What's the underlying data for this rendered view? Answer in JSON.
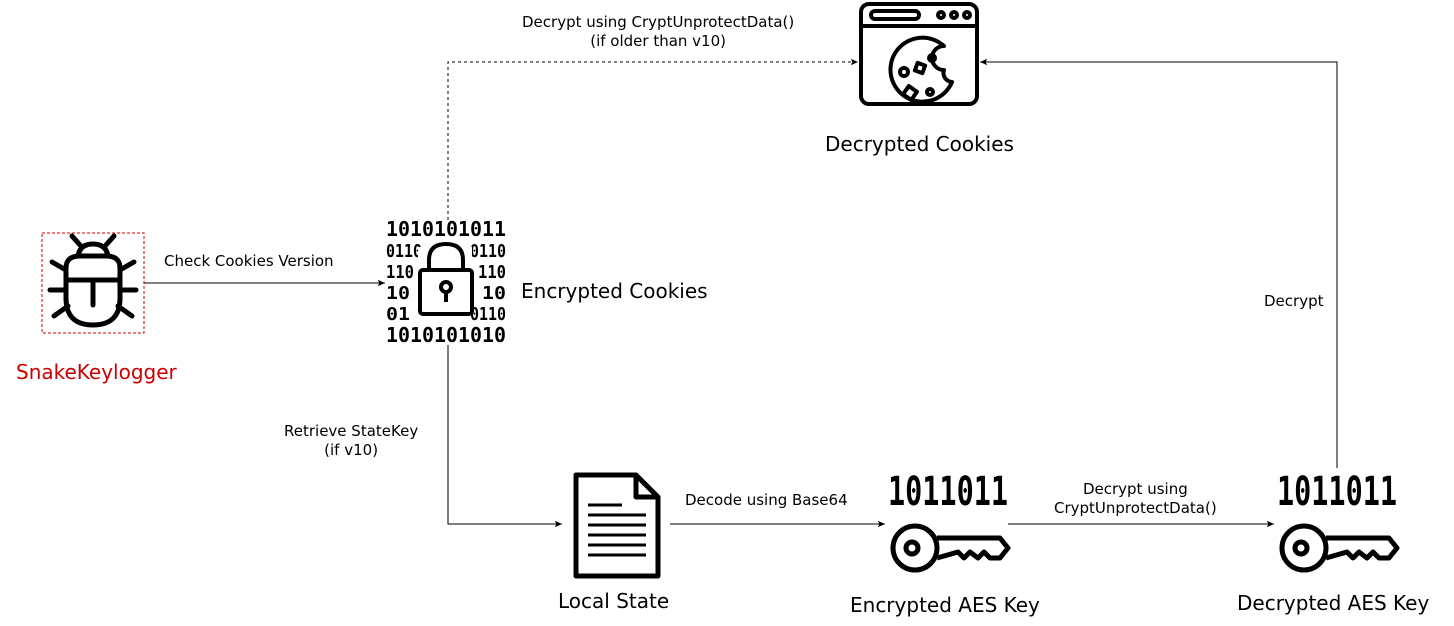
{
  "nodes": {
    "snakekeylogger": {
      "label": "SnakeKeylogger",
      "icon": "bug-icon",
      "color": "#cc0000"
    },
    "encrypted_cookies": {
      "label": "Encrypted Cookies",
      "icon": "binary-lock-icon"
    },
    "decrypted_cookies": {
      "label": "Decrypted Cookies",
      "icon": "browser-cookie-icon"
    },
    "local_state": {
      "label": "Local State",
      "icon": "document-icon"
    },
    "encrypted_aes_key": {
      "label": "Encrypted AES Key",
      "icon": "binary-key-icon"
    },
    "decrypted_aes_key": {
      "label": "Decrypted AES Key",
      "icon": "binary-key-icon"
    }
  },
  "edges": {
    "check_version": {
      "label": "Check Cookies Version"
    },
    "decrypt_old": {
      "line1": "Decrypt using CryptUnprotectData()",
      "line2": "(if older than v10)"
    },
    "retrieve_statekey": {
      "line1": "Retrieve StateKey",
      "line2": "(if v10)"
    },
    "decode_base64": {
      "label": "Decode using Base64"
    },
    "decrypt_key": {
      "line1": "Decrypt using",
      "line2": "CryptUnprotectData()"
    },
    "decrypt": {
      "label": "Decrypt"
    }
  },
  "binary_text": {
    "lock_rows": [
      "1010101011",
      "0110",
      "110",
      "10",
      "01",
      "0110",
      "1010101010"
    ],
    "key_row": "1011011"
  }
}
